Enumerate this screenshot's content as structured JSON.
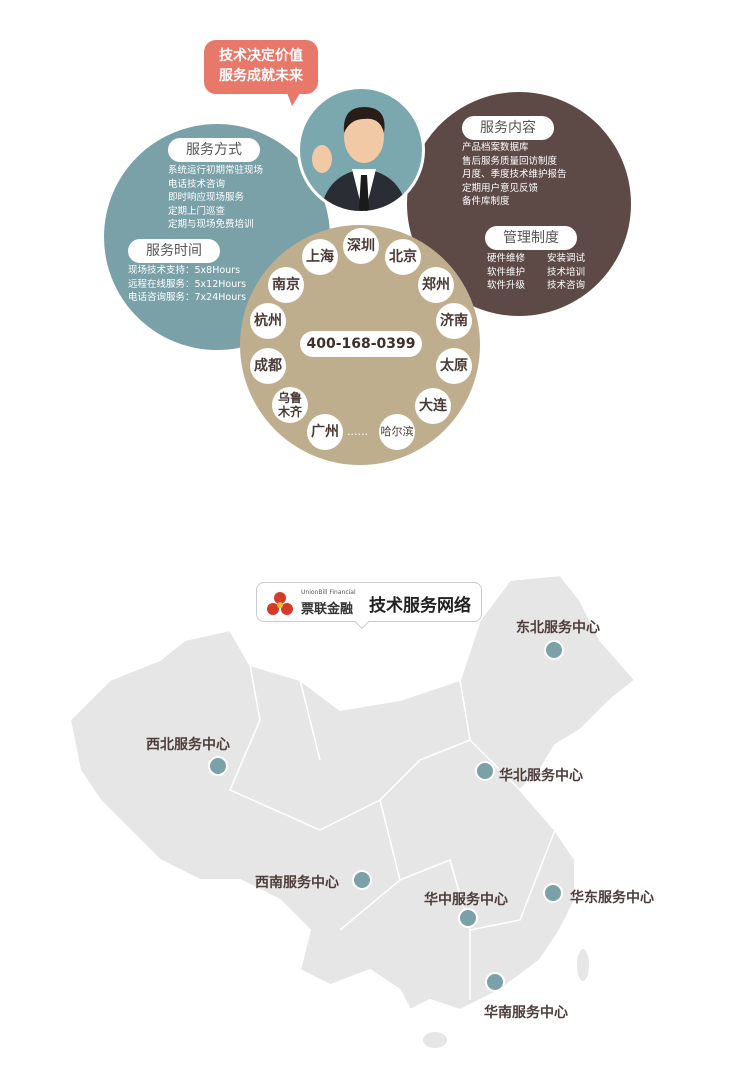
{
  "bubble": {
    "line1": "技术决定价值",
    "line2": "服务成就未来"
  },
  "service_mode": {
    "title": "服务方式",
    "items": [
      "系统运行初期常驻现场",
      "电话技术咨询",
      "即时响应现场服务",
      "定期上门巡查",
      "定期与现场免费培训"
    ]
  },
  "service_time": {
    "title": "服务时间",
    "items": [
      "现场技术支持：5x8Hours",
      "远程在线服务：5x12Hours",
      "电话咨询服务：7x24Hours"
    ]
  },
  "service_content": {
    "title": "服务内容",
    "items": [
      "产品档案数据库",
      "售后服务质量回访制度",
      "月度、季度技术维护报告",
      "定期用户意见反馈",
      "备件库制度"
    ]
  },
  "management": {
    "title": "管理制度",
    "items": [
      "硬件维修",
      "安装调试",
      "软件维护",
      "技术培训",
      "软件升级",
      "技术咨询"
    ]
  },
  "phone": "400-168-0399",
  "cities": [
    "上海",
    "深圳",
    "北京",
    "郑州",
    "济南",
    "太原",
    "大连",
    "哈尔滨",
    "......",
    "广州",
    "乌鲁木齐",
    "成都",
    "杭州",
    "南京"
  ],
  "network": {
    "brand_en": "UnionBill Financial",
    "brand_cn": "票联金融",
    "title": "技术服务网络"
  },
  "centers": [
    "东北服务中心",
    "西北服务中心",
    "华北服务中心",
    "西南服务中心",
    "华中服务中心",
    "华东服务中心",
    "华南服务中心"
  ],
  "colors": {
    "teal": "#7aa0a8",
    "brown": "#5d4a47",
    "tan": "#bfae8e",
    "red": "#e8786a"
  }
}
